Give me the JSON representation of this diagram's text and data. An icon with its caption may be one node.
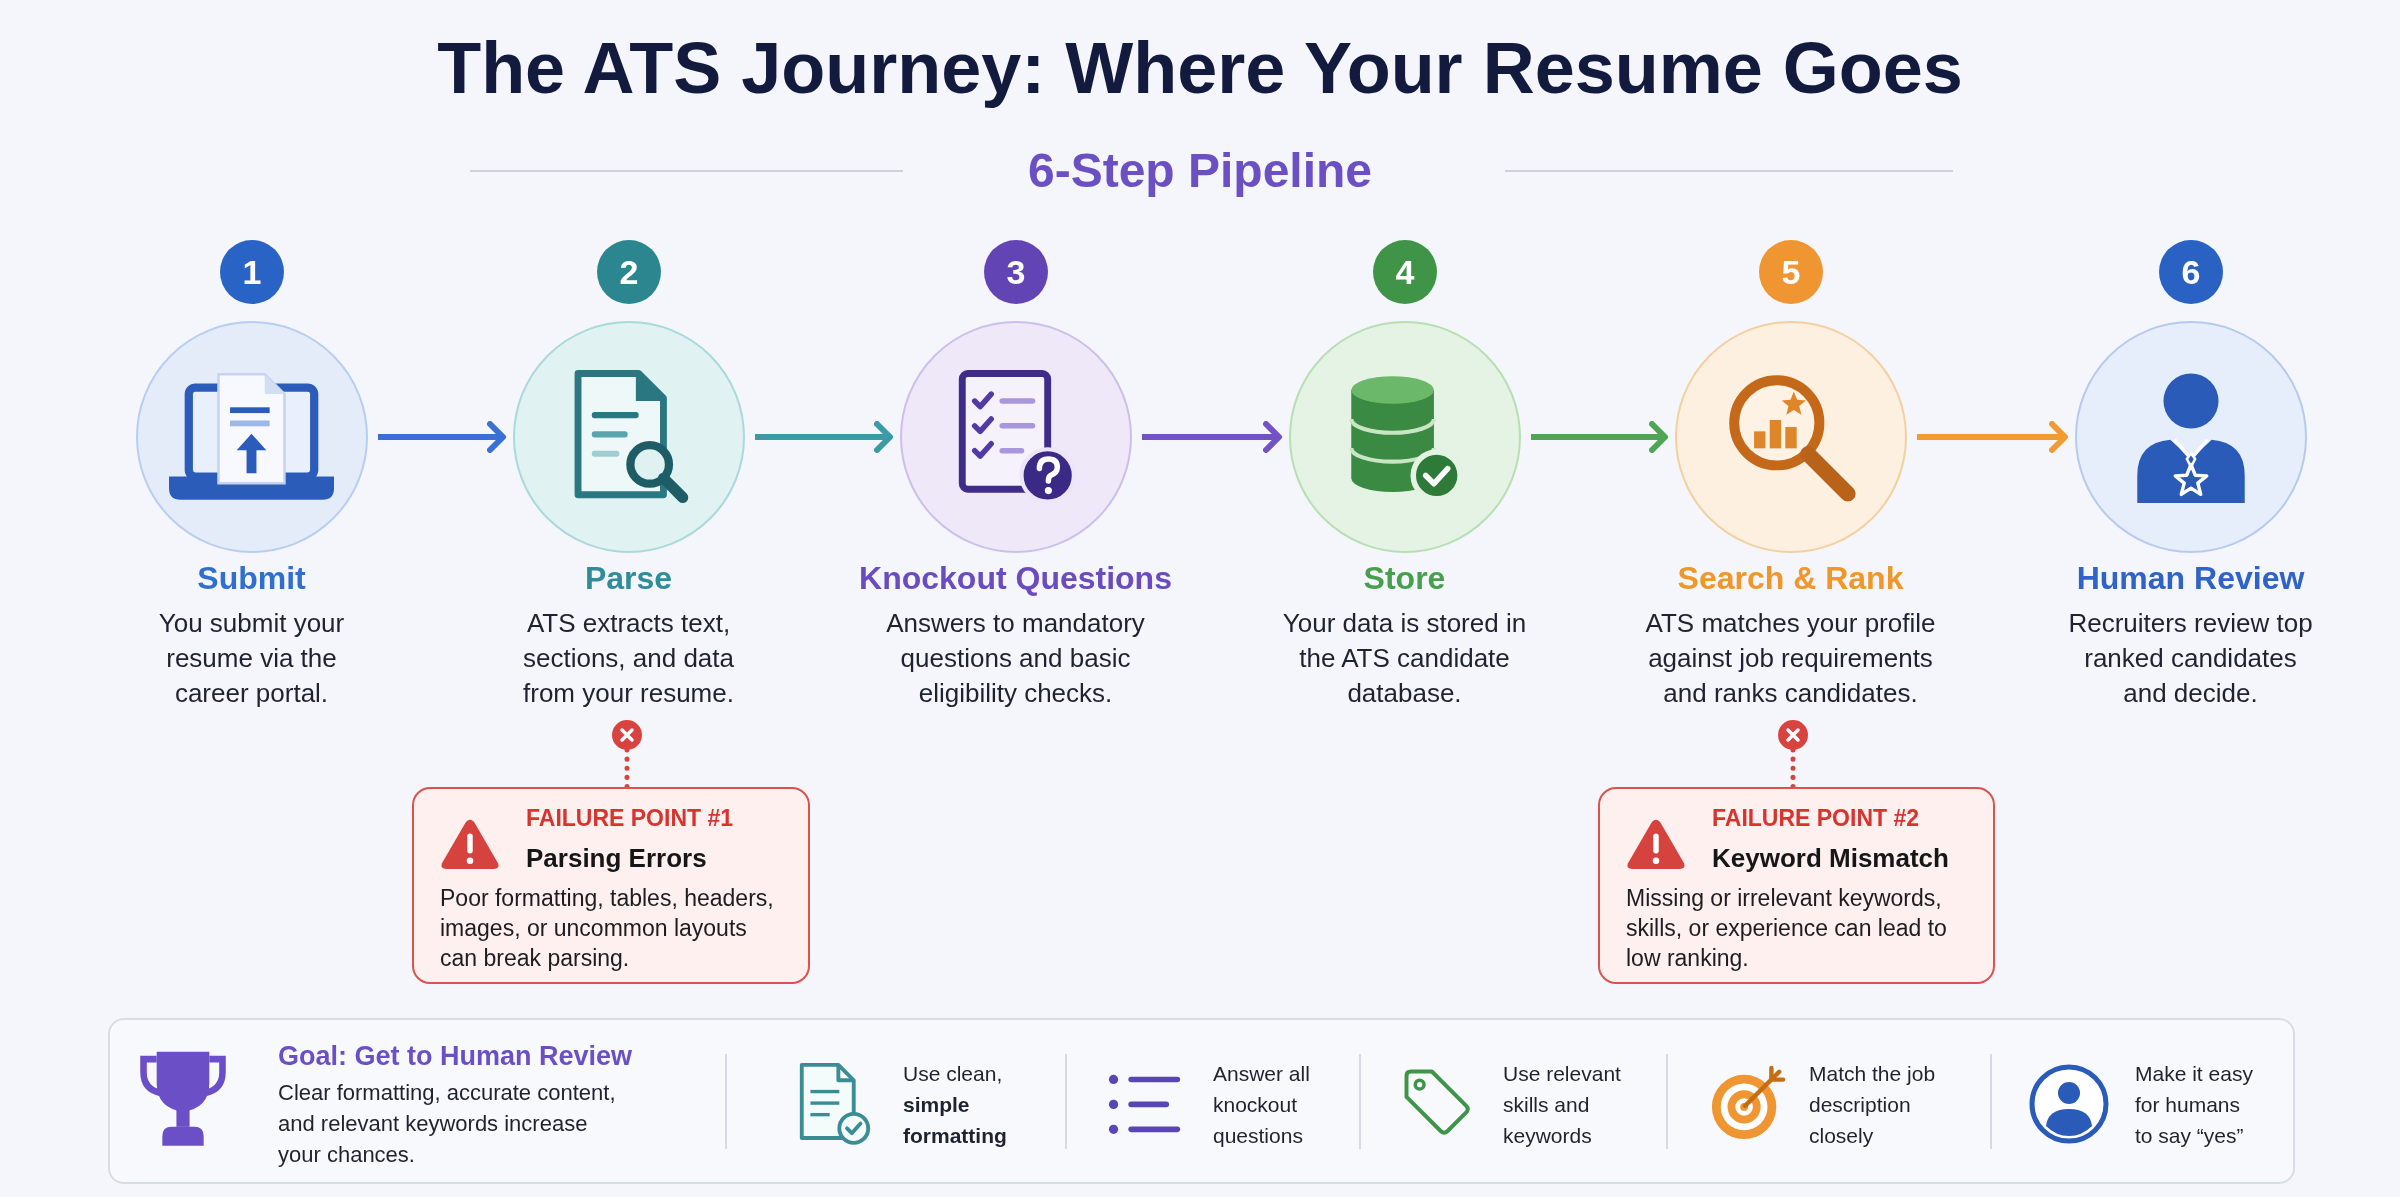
{
  "diagram": {
    "title": "The ATS Journey: Where Your Resume Goes",
    "nodes": [
      {
        "text": [
          "1"
        ]
      },
      {
        "text": [
          "Submit",
          "You submit your resume via the career portal."
        ]
      },
      {
        "text": [
          "2"
        ]
      },
      {
        "text": [
          "Parse",
          "ATS extracts text, sections, and data from your resume."
        ]
      },
      {
        "text": [
          "3"
        ]
      },
      {
        "text": [
          "Knockout Questions",
          "Answers to mandatory questions and basic eligibility checks."
        ]
      },
      {
        "text": [
          "4"
        ]
      },
      {
        "text": [
          "Store",
          "Your data is stored in the ATS candidate database."
        ]
      },
      {
        "text": [
          "5"
        ]
      },
      {
        "text": [
          "Search & Rank",
          "ATS matches your profile against job requirements and ranks candidates."
        ]
      },
      {
        "text": [
          "6"
        ]
      },
      {
        "text": [
          "Human Review",
          "Recruiters review top ranked candidates and decide."
        ]
      },
      {
        "text": [],
        "shape": "circle"
      },
      {
        "text": [
          "FAILURE POINT #1",
          "Parsing Errors",
          "Poor formatting, tables, headers, images, or uncommon layouts can break parsing."
        ]
      },
      {
        "text": [],
        "shape": "circle"
      },
      {
        "text": [
          "FAILURE POINT #2",
          "Keyword Mismatch",
          "Missing or irrelevant keywords, skills, or experience can lead to low ranking."
        ]
      },
      {
        "text": [
          "Goal: Get to Human Review",
          "Clear formatting, accurate content, and relevant keywords increase your chances.",
          "Use clean, **simple formatting**",
          "Answer all knockout questions",
          "Use relevant skills and keywords",
          "Match the job description closely",
          "Make it easy for humans to say “yes”"
        ]
      }
    ],
    "edges": [
      {
        "from": 1,
        "to": 3,
        "arrow": "to",
        "color": "#3a6fd4"
      },
      {
        "from": 3,
        "to": 5,
        "arrow": "to",
        "color": "#3a9aa6"
      },
      {
        "from": 5,
        "to": 7,
        "arrow": "to",
        "color": "#7253c7"
      },
      {
        "from": 7,
        "to": 9,
        "arrow": "to",
        "color": "#4ea554"
      },
      {
        "from": 9,
        "to": 11,
        "arrow": "to",
        "color": "#f29b35"
      },
      {
        "from": 12,
        "to": 13,
        "arrow": "none",
        "style": "dashed",
        "color": "#d9433f"
      },
      {
        "from": 14,
        "to": 15,
        "arrow": "none",
        "style": "dashed",
        "color": "#d9433f"
      }
    ],
    "labels": [
      "6-Step Pipeline"
    ]
  }
}
